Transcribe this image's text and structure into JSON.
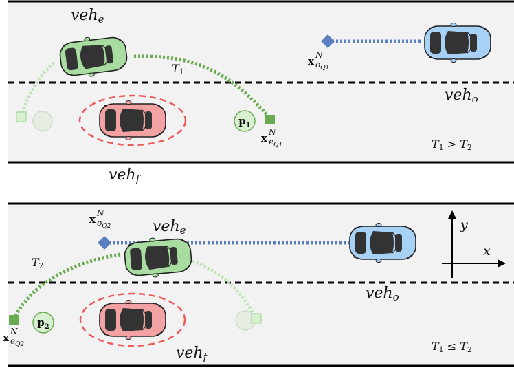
{
  "colors": {
    "road_bg": "#f2f2f2",
    "ego_car": "#a8dca0",
    "obstacle_car": "#a8d2f5",
    "front_car": "#f2a2a2",
    "ego_path": "#6aab52",
    "obstacle_path": "#5a7fbf",
    "safety_ellipse": "#ee5a5a"
  },
  "icons": [
    "ego-vehicle-icon",
    "obstacle-vehicle-icon",
    "front-vehicle-icon",
    "coordinate-axes-icon"
  ],
  "top_panel": {
    "veh_e": {
      "base": "veh",
      "sub": "e"
    },
    "veh_o": {
      "base": "veh",
      "sub": "o"
    },
    "veh_f": {
      "base": "veh",
      "sub": "f"
    },
    "T1": {
      "base": "T",
      "sub": "1"
    },
    "condition": {
      "a": "T",
      "a_sub": "1",
      "op": " > ",
      "b": "T",
      "b_sub": "2"
    },
    "x_o": {
      "base": "x",
      "sup": "N",
      "sub": "o",
      "sub2": "Q1"
    },
    "x_e": {
      "base": "x",
      "sup": "N",
      "sub": "e",
      "sub2": "Q1"
    },
    "p": {
      "base": "p",
      "sub": "1"
    }
  },
  "bottom_panel": {
    "veh_e": {
      "base": "veh",
      "sub": "e"
    },
    "veh_o": {
      "base": "veh",
      "sub": "o"
    },
    "veh_f": {
      "base": "veh",
      "sub": "f"
    },
    "T2": {
      "base": "T",
      "sub": "2"
    },
    "condition": {
      "a": "T",
      "a_sub": "1",
      "op": " ≤ ",
      "b": "T",
      "b_sub": "2"
    },
    "x_o": {
      "base": "x",
      "sup": "N",
      "sub": "o",
      "sub2": "Q2"
    },
    "x_e": {
      "base": "x",
      "sup": "N",
      "sub": "e",
      "sub2": "Q2"
    },
    "p": {
      "base": "p",
      "sub": "2"
    },
    "axis_x": "x",
    "axis_y": "y"
  }
}
